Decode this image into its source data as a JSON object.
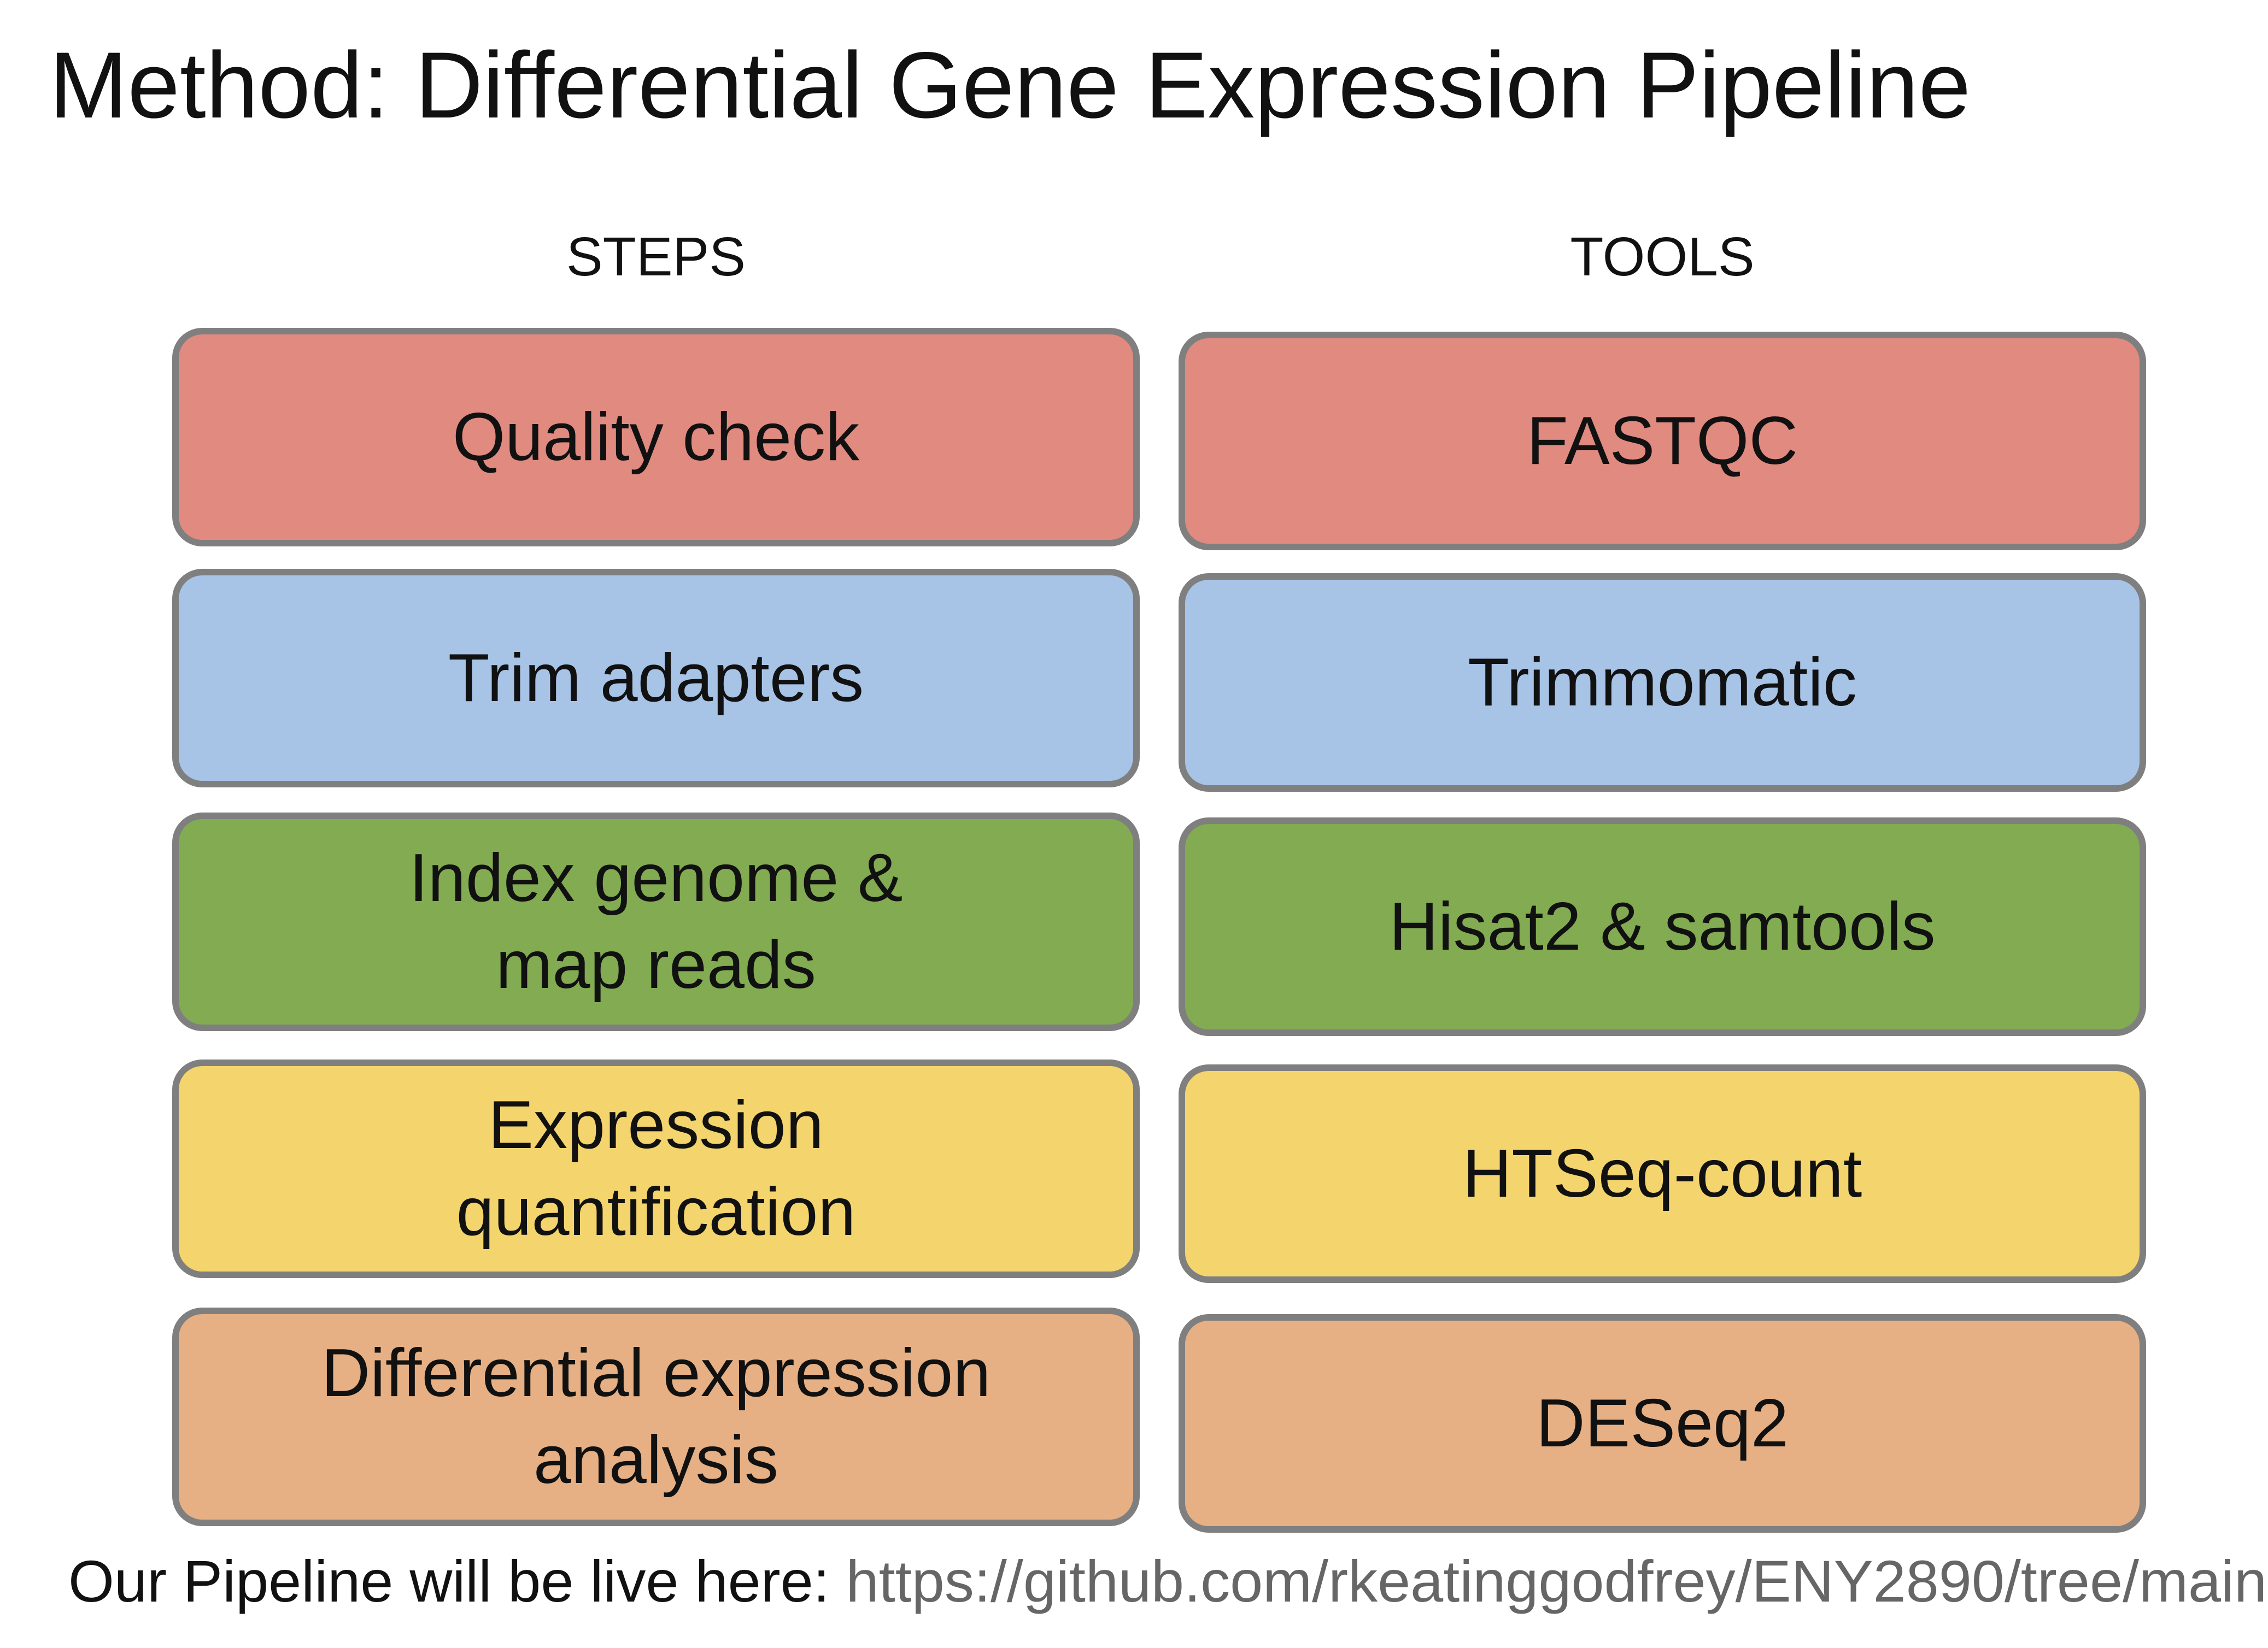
{
  "title": "Method: Differential Gene Expression Pipeline",
  "columns": {
    "steps_header": "STEPS",
    "tools_header": "TOOLS"
  },
  "rows": [
    {
      "step": "Quality check",
      "tool": "FASTQC",
      "color": "#e08a80"
    },
    {
      "step": "Trim adapters",
      "tool": "Trimmomatic",
      "color": "#a7c3e6"
    },
    {
      "step": "Index genome &\nmap reads",
      "tool": "Hisat2 & samtools",
      "color": "#82ab52"
    },
    {
      "step": "Expression\nquantification",
      "tool": "HTSeq-count",
      "color": "#f4d46d"
    },
    {
      "step": "Differential expression\nanalysis",
      "tool": "DESeq2",
      "color": "#e6b084"
    }
  ],
  "footer": {
    "label": "Our Pipeline will be live here: ",
    "link": "https://github.com/rkeatinggodfrey/ENY2890/tree/main"
  }
}
